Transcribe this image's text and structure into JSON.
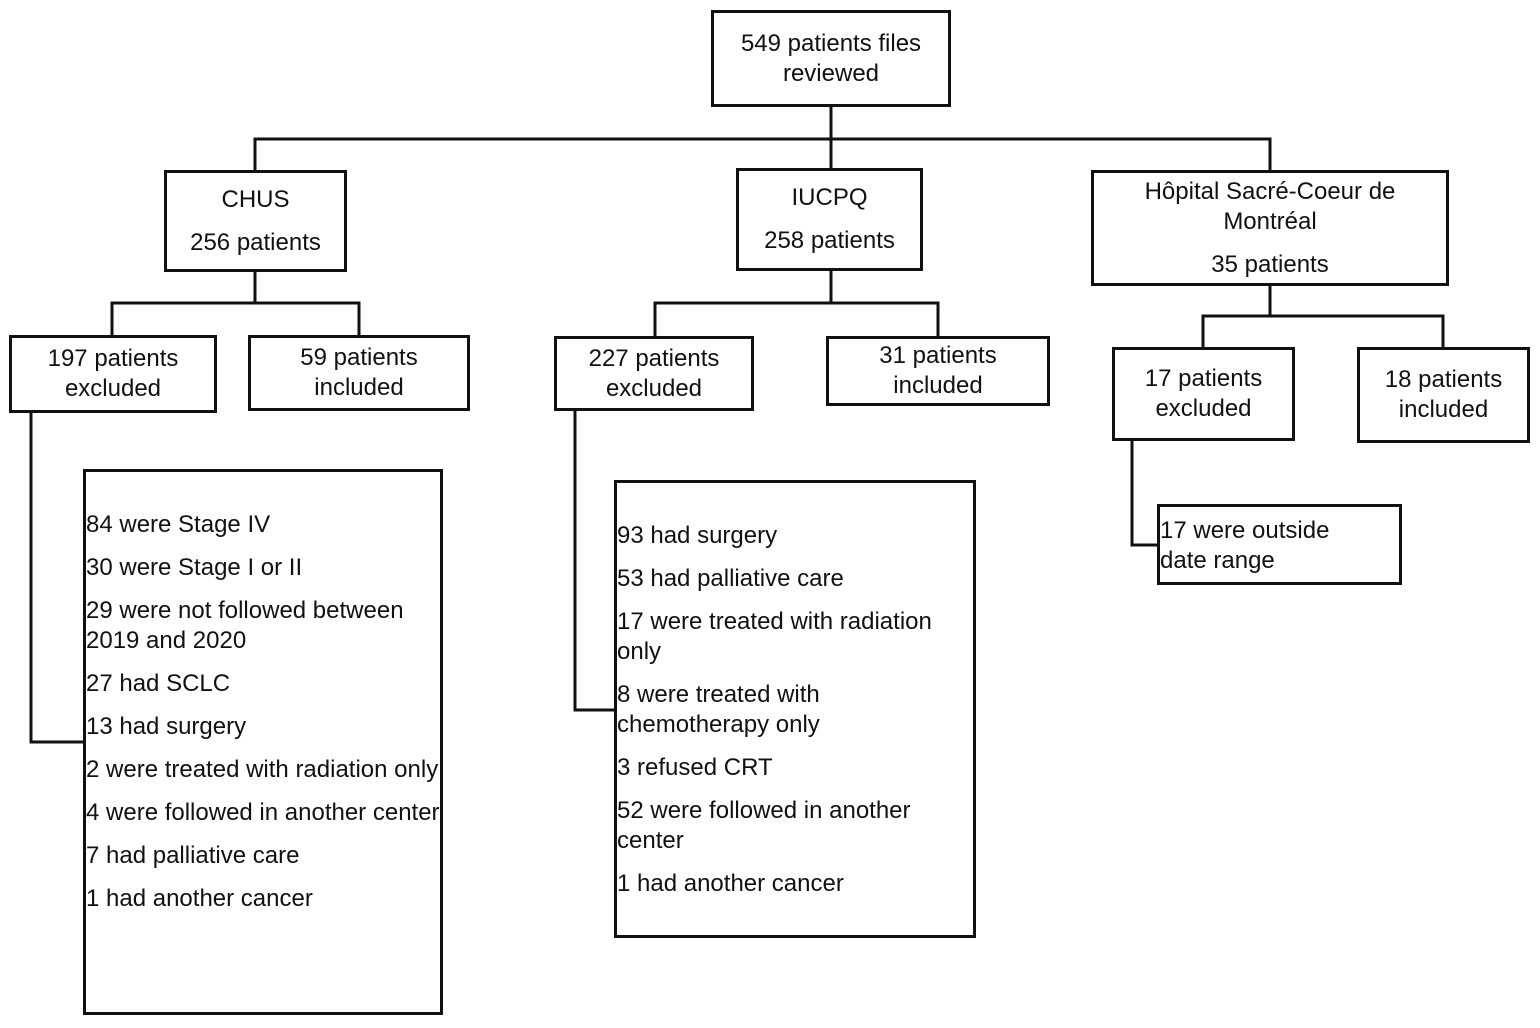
{
  "root": {
    "line1": "549 patients files",
    "line2": "reviewed"
  },
  "sites": [
    {
      "name": "CHUS",
      "count": "256 patients",
      "excluded": {
        "line1": "197 patients",
        "line2": "excluded"
      },
      "included": {
        "line1": "59 patients",
        "line2": "included"
      },
      "reasons": [
        "84 were Stage IV",
        "30 were Stage I or II",
        "29 were not followed between 2019 and 2020",
        "27 had SCLC",
        "13 had surgery",
        "2 were treated with radiation only",
        "4 were followed in another center",
        "7 had palliative care",
        "1 had another cancer"
      ]
    },
    {
      "name": "IUCPQ",
      "count": "258 patients",
      "excluded": {
        "line1": "227 patients",
        "line2": "excluded"
      },
      "included": {
        "line1": "31 patients",
        "line2": "included"
      },
      "reasons": [
        "93 had surgery",
        "53 had palliative care",
        "17 were treated with radiation only",
        "8 were treated with chemotherapy only",
        "3 refused CRT",
        "52 were followed in another center",
        "1 had another cancer"
      ]
    },
    {
      "name": "Hôpital Sacré-Coeur de Montréal",
      "count": "35 patients",
      "excluded": {
        "line1": "17 patients",
        "line2": "excluded"
      },
      "included": {
        "line1": "18 patients",
        "line2": "included"
      },
      "reasons": [
        "17 were outside date range"
      ]
    }
  ]
}
